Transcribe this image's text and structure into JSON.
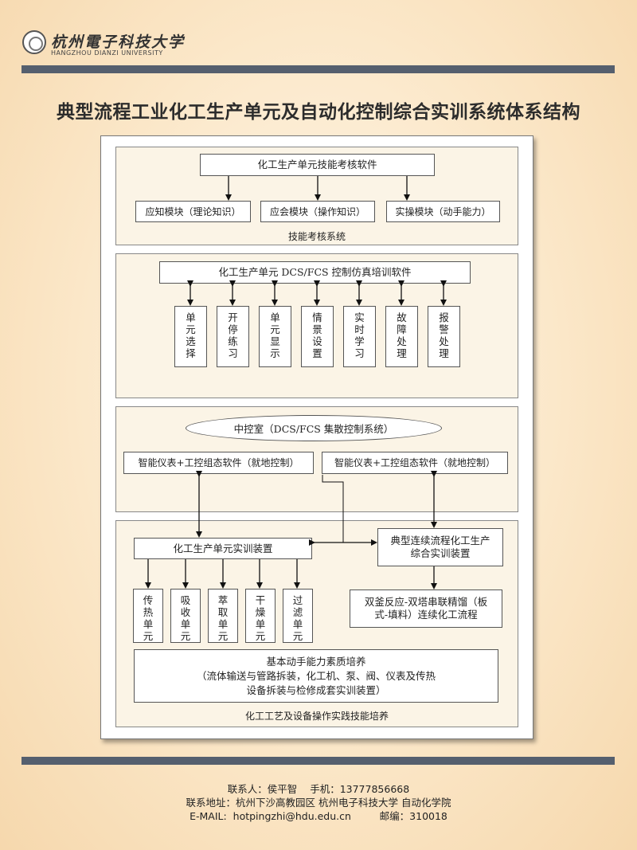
{
  "header": {
    "university_cn": "杭州電子科技大学",
    "university_en": "HANGZHOU DIANZI UNIVERSITY",
    "title": "典型流程工业化工生产单元及自动化控制综合实训系统体系结构"
  },
  "section1": {
    "software": "化工生产单元技能考核软件",
    "modules": [
      "应知模块（理论知识）",
      "应会模块（操作知识）",
      "实操模块（动手能力）"
    ],
    "label": "技能考核系统"
  },
  "section2": {
    "software": "化工生产单元 DCS/FCS 控制仿真培训软件",
    "items": [
      [
        "单",
        "元",
        "选",
        "择"
      ],
      [
        "开",
        "停",
        "练",
        "习"
      ],
      [
        "单",
        "元",
        "显",
        "示"
      ],
      [
        "情",
        "景",
        "设",
        "置"
      ],
      [
        "实",
        "时",
        "学",
        "习"
      ],
      [
        "故",
        "障",
        "处",
        "理"
      ],
      [
        "报",
        "警",
        "处",
        "理"
      ]
    ]
  },
  "section3": {
    "control_room": "中控室（DCS/FCS 集散控制系统）",
    "left_box": "智能仪表+工控组态软件（就地控制）",
    "right_box": "智能仪表+工控组态软件（就地控制）"
  },
  "section4": {
    "device": "化工生产单元实训装置",
    "integrated_line1": "典型连续流程化工生产",
    "integrated_line2": "综合实训装置",
    "units": [
      [
        "传",
        "热",
        "单",
        "元"
      ],
      [
        "吸",
        "收",
        "单",
        "元"
      ],
      [
        "萃",
        "取",
        "单",
        "元"
      ],
      [
        "干",
        "燥",
        "单",
        "元"
      ],
      [
        "过",
        "滤",
        "单",
        "元"
      ]
    ],
    "process_line1": "双釜反应-双塔串联精馏（板",
    "process_line2": "式-填料）连续化工流程",
    "basic_line1": "基本动手能力素质培养",
    "basic_line2": "（流体输送与管路拆装，化工机、泵、阀、仪表及传热",
    "basic_line3": "设备拆装与检修成套实训装置）",
    "label": "化工工艺及设备操作实践技能培养"
  },
  "footer": {
    "contact": "联系人：侯平智    手机：13777856668",
    "address": "联系地址：杭州下沙高教园区 杭州电子科技大学 自动化学院",
    "email": "E-MAIL:  hotpingzhi@hdu.edu.cn         邮编：310018"
  },
  "colors": {
    "bar": "#555f6e",
    "panel": "#fbf4e6",
    "background": "#fbe7c8"
  }
}
